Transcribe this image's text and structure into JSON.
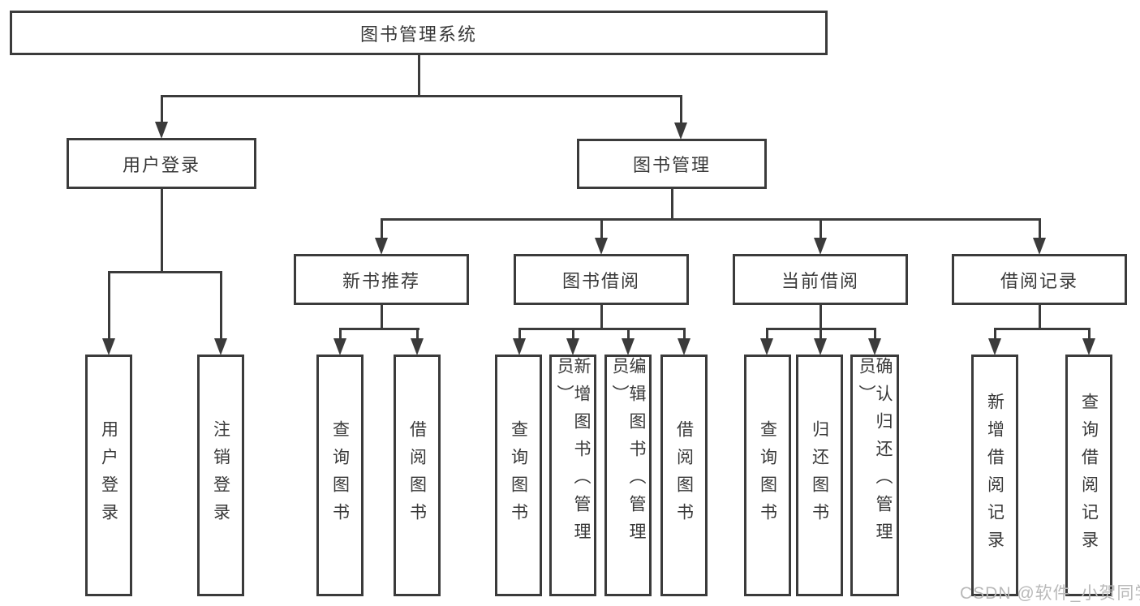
{
  "tree": {
    "root": {
      "label": "图书管理系统"
    },
    "level2": {
      "user_login": {
        "label": "用户登录"
      },
      "book_management": {
        "label": "图书管理"
      }
    },
    "level3": {
      "new_book_recommendation": {
        "label": "新书推荐"
      },
      "book_borrowing": {
        "label": "图书借阅"
      },
      "current_borrowing": {
        "label": "当前借阅"
      },
      "borrowing_records": {
        "label": "借阅记录"
      }
    },
    "leaves": {
      "user_login": {
        "label": "用户登录"
      },
      "logout": {
        "label": "注销登录"
      },
      "query_books_rec": {
        "label": "查询图书"
      },
      "borrow_books_rec": {
        "label": "借阅图书"
      },
      "query_books_borrow": {
        "label": "查询图书"
      },
      "add_books_admin": {
        "label": "新增图书（管理员）"
      },
      "edit_books_admin": {
        "label": "编辑图书（管理员）"
      },
      "borrow_books_borrow": {
        "label": "借阅图书"
      },
      "query_books_current": {
        "label": "查询图书"
      },
      "return_books": {
        "label": "归还图书"
      },
      "confirm_return_admin": {
        "label": "确认归还（管理员）"
      },
      "add_borrowing_record": {
        "label": "新增借阅记录"
      },
      "query_borrowing_record": {
        "label": "查询借阅记录"
      }
    }
  },
  "watermark": {
    "text": "CSDN @软件_小贺同学"
  },
  "colors": {
    "stroke": "#3b3b3b",
    "text": "#383838",
    "watermark": "#b9b9b9",
    "background": "#ffffff"
  }
}
